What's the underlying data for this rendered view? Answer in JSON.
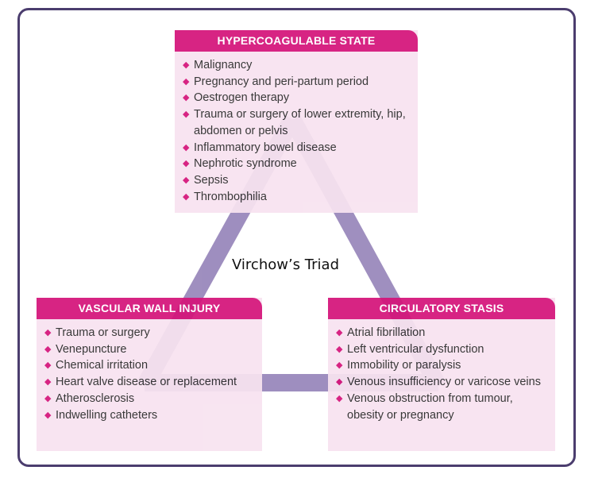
{
  "colors": {
    "frame": "#4b3d6e",
    "header": "#d4147a",
    "box_fill": "#f8e3f0",
    "triangle": "#8e7bb4",
    "bullet": "#d4147a"
  },
  "title": "Virchow’s Triad",
  "bullet_icon": "diamond-bullet-icon",
  "boxes": {
    "hypercoagulable": {
      "header": "HYPERCOAGULABLE STATE",
      "items": [
        "Malignancy",
        "Pregnancy and peri-partum period",
        "Oestrogen therapy",
        "Trauma or surgery of lower extremity, hip, abdomen or pelvis",
        "Inflammatory bowel disease",
        "Nephrotic syndrome",
        "Sepsis",
        "Thrombophilia"
      ]
    },
    "vascular": {
      "header": "VASCULAR WALL INJURY",
      "items": [
        "Trauma or surgery",
        "Venepuncture",
        "Chemical irritation",
        "Heart valve disease or replacement",
        "Atherosclerosis",
        "Indwelling catheters"
      ]
    },
    "stasis": {
      "header": "CIRCULATORY STASIS",
      "items": [
        "Atrial fibrillation",
        "Left ventricular dysfunction",
        "Immobility or paralysis",
        "Venous insufficiency or varicose veins",
        "Venous obstruction from tumour, obesity or pregnancy"
      ]
    }
  }
}
